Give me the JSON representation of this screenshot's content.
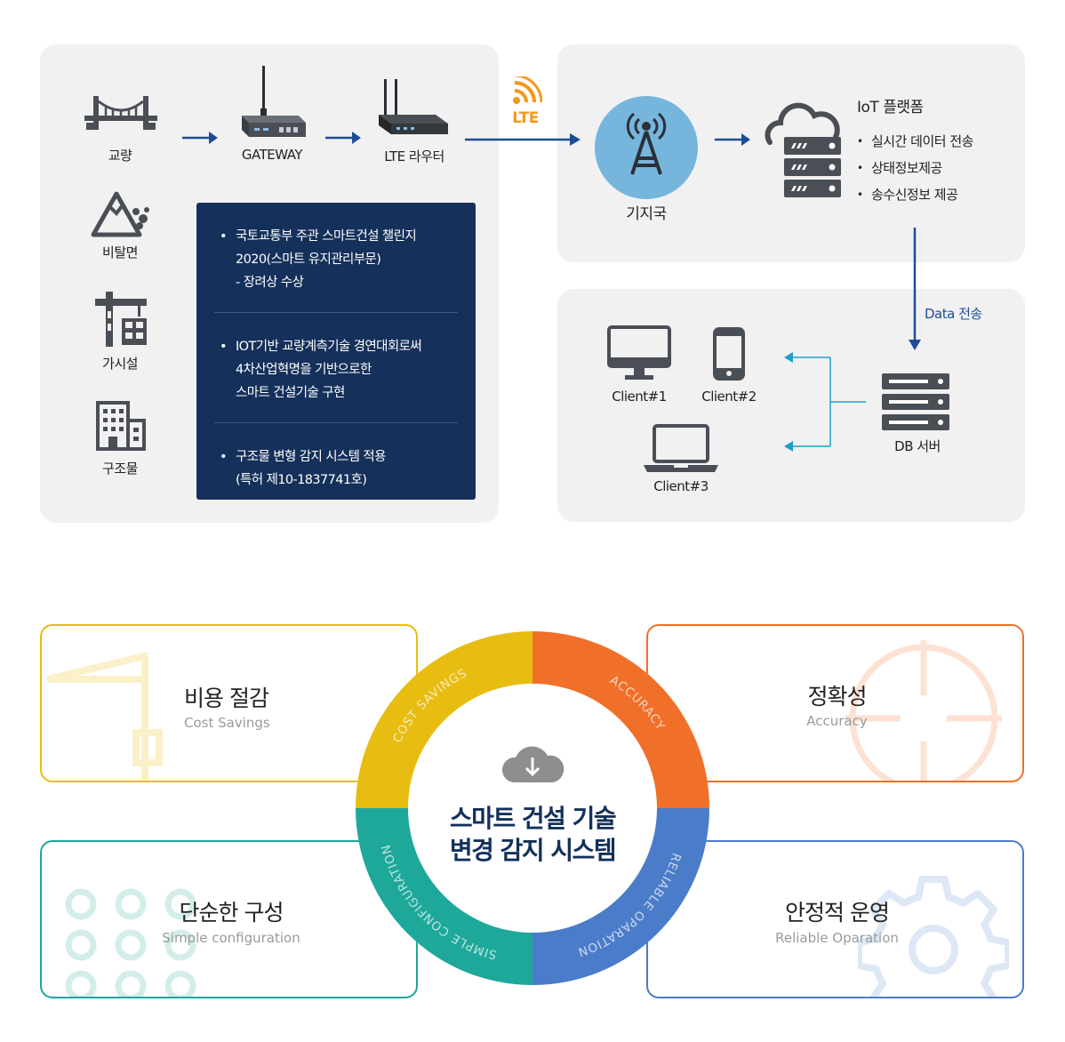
{
  "diagram": {
    "sources": [
      {
        "label": "교량",
        "icon": "bridge-icon"
      },
      {
        "label": "비탈면",
        "icon": "slope-icon"
      },
      {
        "label": "가시설",
        "icon": "crane-icon"
      },
      {
        "label": "구조물",
        "icon": "building-icon"
      }
    ],
    "gateway": "GATEWAY",
    "router": "LTE 라우터",
    "lte": "LTE",
    "base_station": "기지국",
    "iot": {
      "title": "IoT 플랫폼",
      "items": [
        "실시간 데이터 전송",
        "상태정보제공",
        "송수신정보 제공"
      ]
    },
    "data_transfer": "Data 전송",
    "db_server": "DB 서버",
    "clients": [
      "Client#1",
      "Client#2",
      "Client#3"
    ],
    "awards": [
      [
        "국토교통부 주관 스마트건설 챌린지",
        "2020(스마트 유지관리부문)",
        "- 장려상 수상"
      ],
      [
        "IOT기반 교량계측기술 경연대회로써",
        "4차산업혁명을 기반으로한",
        "스마트 건설기술 구현"
      ],
      [
        "구조물 변형 감지 시스템 적용",
        "(특허 제10-1837741호)"
      ]
    ]
  },
  "features": {
    "center_title": [
      "스마트 건설 기술",
      "변경 감지 시스템"
    ],
    "ring": [
      "COST SAVINGS",
      "ACCURACY",
      "RELIABLE OPARATION",
      "SIMPLE CONFIGURATION"
    ],
    "cards": {
      "cost": {
        "title": "비용 절감",
        "subtitle": "Cost Savings"
      },
      "accuracy": {
        "title": "정확성",
        "subtitle": "Accuracy"
      },
      "simple": {
        "title": "단순한 구성",
        "subtitle": "Simple configuration"
      },
      "reliable": {
        "title": "안정적 운영",
        "subtitle": "Reliable Oparation"
      }
    },
    "colors": {
      "cost": "#e8bd12",
      "accuracy": "#f07029",
      "reliable": "#4a7cc9",
      "simple": "#1ea89a",
      "navy": "#15305a",
      "icon_gray": "#4a4e55",
      "arrow_blue": "#1d4c97",
      "client_arrow": "#1da0c8"
    }
  }
}
